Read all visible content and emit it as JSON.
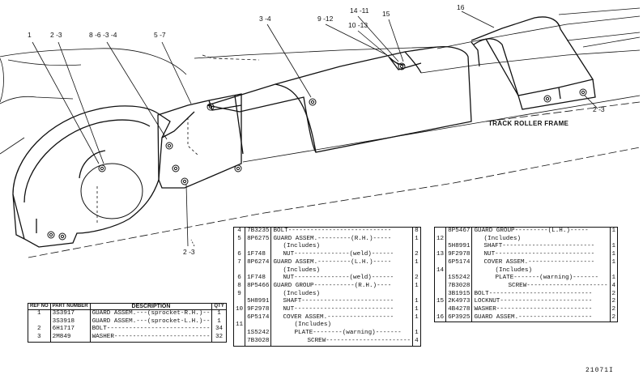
{
  "diagram": {
    "callouts": {
      "c1": "1",
      "c23a": "2 -3",
      "c8634": "8 -6 -3 -4",
      "c57": "5 -7",
      "c34": "3 -4",
      "c912": "9 -12",
      "c1411": "14 -11",
      "c1013": "10 -13",
      "c15": "15",
      "c16": "16",
      "c23b": "2 -3",
      "c23c": "2 -3"
    },
    "frame_label": "TRACK ROLLER FRAME"
  },
  "table_left": {
    "headers": {
      "ref": "REF NO",
      "part": "PART NUMBER",
      "desc": "DESCRIPTION",
      "qty": "QTY"
    },
    "rows": [
      {
        "ref": "1",
        "pn": "3S3917",
        "desc": "GUARD ASSEM.---(sprocket-R.H.)--",
        "qty": "1"
      },
      {
        "ref": "",
        "pn": "3S3918",
        "desc": "GUARD ASSEM.---(sprocket-L.H.)--",
        "qty": "1"
      },
      {
        "ref": "2",
        "pn": "6H1717",
        "desc": "BOLT----------------------------",
        "qty": "34"
      },
      {
        "ref": "3",
        "pn": "2M849",
        "desc": "WASHER--------------------------",
        "qty": "32"
      }
    ]
  },
  "table_mid": {
    "rows": [
      {
        "ref": "4",
        "pn": "7B3235",
        "desc": "BOLT----------------------------",
        "qty": "8",
        "ind": 0
      },
      {
        "ref": "5",
        "pn": "8P6275",
        "desc": "GUARD ASSEM.---------(R.H.)-----",
        "qty": "1",
        "ind": 0
      },
      {
        "ref": "",
        "pn": "",
        "desc": "(Includes)",
        "qty": "",
        "ind": 1
      },
      {
        "ref": "6",
        "pn": "1F748",
        "desc": "NUT---------------(weld)------",
        "qty": "2",
        "ind": 1
      },
      {
        "ref": "7",
        "pn": "8P6274",
        "desc": "GUARD ASSEM.---------(L.H.)-----",
        "qty": "1",
        "ind": 0
      },
      {
        "ref": "",
        "pn": "",
        "desc": "(Includes)",
        "qty": "",
        "ind": 1
      },
      {
        "ref": "6",
        "pn": "1F748",
        "desc": "NUT---------------(weld)------",
        "qty": "2",
        "ind": 1
      },
      {
        "ref": "8",
        "pn": "8P5466",
        "desc": "GUARD GROUP-----------(R.H.)----",
        "qty": "1",
        "ind": 0
      },
      {
        "ref": "9",
        "pn": "",
        "desc": "(Includes)",
        "qty": "",
        "ind": 1
      },
      {
        "ref": "",
        "pn": "5H8991",
        "desc": "SHAFT-------------------------",
        "qty": "1",
        "ind": 1
      },
      {
        "ref": "10",
        "pn": "9F2978",
        "desc": "NUT---------------------------",
        "qty": "1",
        "ind": 1
      },
      {
        "ref": "",
        "pn": "6P5174",
        "desc": "COVER ASSEM.------------------",
        "qty": "1",
        "ind": 1
      },
      {
        "ref": "11",
        "pn": "",
        "desc": "(Includes)",
        "qty": "",
        "ind": 2
      },
      {
        "ref": "",
        "pn": "1S5242",
        "desc": "PLATE--------(warning)-------",
        "qty": "1",
        "ind": 2
      },
      {
        "ref": "",
        "pn": "7B3028",
        "desc": "SCREW-----------------------",
        "qty": "4",
        "ind": 3
      }
    ]
  },
  "table_right": {
    "rows": [
      {
        "ref": "",
        "pn": "8P5467",
        "desc": "GUARD GROUP---------(L.H.)-----",
        "qty": "1",
        "ind": 0
      },
      {
        "ref": "12",
        "pn": "",
        "desc": "(Includes)",
        "qty": "",
        "ind": 1
      },
      {
        "ref": "",
        "pn": "5H8991",
        "desc": "SHAFT-------------------------",
        "qty": "1",
        "ind": 1
      },
      {
        "ref": "13",
        "pn": "9F2978",
        "desc": "NUT---------------------------",
        "qty": "1",
        "ind": 1
      },
      {
        "ref": "",
        "pn": "6P5174",
        "desc": "COVER ASSEM.------------------",
        "qty": "1",
        "ind": 1
      },
      {
        "ref": "14",
        "pn": "",
        "desc": "(Includes)",
        "qty": "",
        "ind": 2
      },
      {
        "ref": "",
        "pn": "1S5242",
        "desc": "PLATE-------(warning)-------",
        "qty": "1",
        "ind": 2
      },
      {
        "ref": "",
        "pn": "7B3028",
        "desc": "SCREW----------------------",
        "qty": "4",
        "ind": 3
      },
      {
        "ref": "",
        "pn": "3B1915",
        "desc": "BOLT----------------------------",
        "qty": "2",
        "ind": 0
      },
      {
        "ref": "15",
        "pn": "2K4973",
        "desc": "LOCKNUT-------------------------",
        "qty": "2",
        "ind": 0
      },
      {
        "ref": "",
        "pn": "4B4278",
        "desc": "WASHER--------------------------",
        "qty": "2",
        "ind": 0
      },
      {
        "ref": "16",
        "pn": "6P3925",
        "desc": "GUARD ASSEM.--------------------",
        "qty": "2",
        "ind": 0
      }
    ]
  },
  "figure_number": "21071I"
}
